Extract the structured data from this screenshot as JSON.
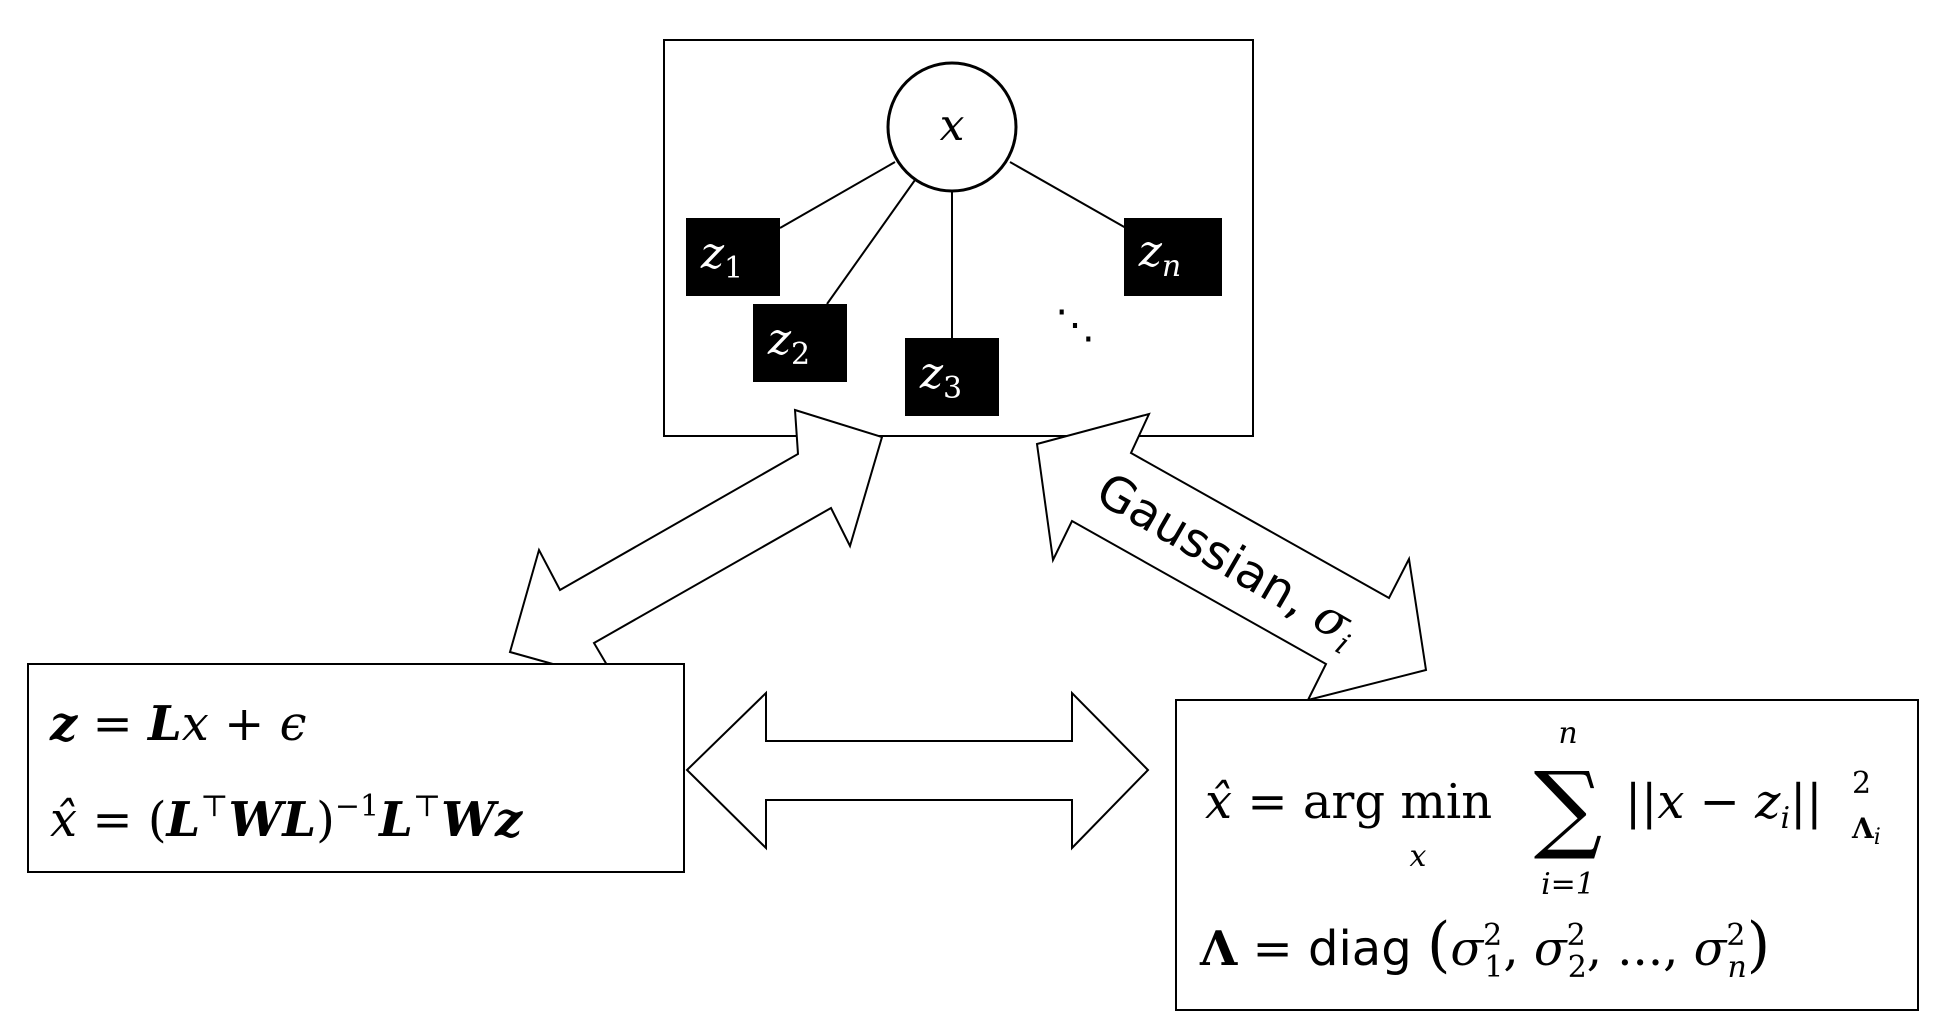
{
  "graph": {
    "root_node": "x",
    "factor_nodes": [
      {
        "base": "z",
        "sub": "1"
      },
      {
        "base": "z",
        "sub": "2"
      },
      {
        "base": "z",
        "sub": "3"
      },
      {
        "base": "z",
        "sub": "n"
      }
    ],
    "ellipsis": "⋱"
  },
  "left_box": {
    "eq1": {
      "z": "z",
      "eq": " = ",
      "L": "L",
      "x": "x",
      "plus": " + ",
      "eps": "ϵ"
    },
    "eq2": {
      "xhat": "x̂",
      "eq": " = ",
      "open": "(",
      "L": "L",
      "T": "⊤",
      "W": "W",
      "L2": "L",
      "close": ")",
      "inv": "−1",
      "L3": "L",
      "T2": "⊤",
      "W2": "W",
      "z": "z"
    }
  },
  "right_box": {
    "eq1": {
      "xhat": "x̂",
      "eq": " = ",
      "argmin": "arg min",
      "under": "x",
      "sum": "∑",
      "upper": "n",
      "lower": "i=1",
      "norm_open": "||",
      "x": "x",
      "minus": " − ",
      "zi": "z",
      "zi_sub": "i",
      "norm_close": "||",
      "pow": "2",
      "sub_lambda": "Λ",
      "sub_lambda_i": "i"
    },
    "eq2": {
      "Lambda": "Λ",
      "eq": " = ",
      "diag": "diag",
      "open": "(",
      "s": "σ",
      "s1_sub": "1",
      "s2_sub": "2",
      "sn_sub": "n",
      "pow": "2",
      "comma": ", ",
      "dots": "...",
      "close": ")"
    }
  },
  "arrow_label": {
    "text": "Gaussian, ",
    "sigma": "σ",
    "sub": "i"
  }
}
